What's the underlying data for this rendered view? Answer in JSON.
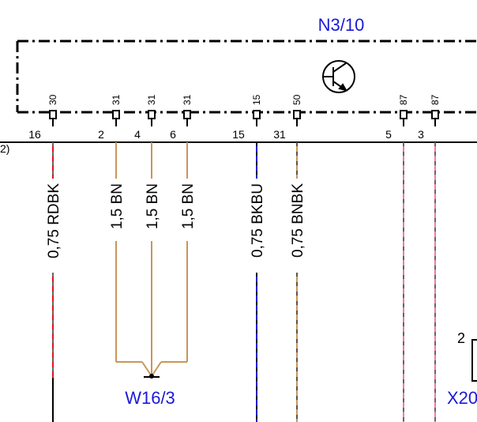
{
  "component": {
    "label": "N3/10",
    "symbol": "transistor-icon"
  },
  "connector_right": {
    "pin": "2",
    "label": "X20"
  },
  "left_edge_label": "2)",
  "splice": {
    "label": "W16/3"
  },
  "colors": {
    "border": "#000000",
    "label_blue": "#1a1ad6",
    "brown": "#c8965a",
    "red": "#e0141e",
    "blue": "#1a1ad6",
    "pink": "#f07aa6",
    "gray": "#808080"
  },
  "wires": [
    {
      "terminal": "30",
      "pin": "16",
      "label": "0,75 RDBK",
      "color": "#e0141e"
    },
    {
      "terminal": "31",
      "pin": "2",
      "label": "1,5 BN",
      "color": "#c8965a"
    },
    {
      "terminal": "31",
      "pin": "4",
      "label": "1,5 BN",
      "color": "#c8965a"
    },
    {
      "terminal": "31",
      "pin": "6",
      "label": "1,5 BN",
      "color": "#c8965a"
    },
    {
      "terminal": "15",
      "pin": "15",
      "label": "0,75 BKBU",
      "color": "#1a1ad6"
    },
    {
      "terminal": "50",
      "pin": "31",
      "label": "0,75 BNBK",
      "color": "#c8965a"
    },
    {
      "terminal": "87",
      "pin": "5",
      "label": "",
      "color": "#f07aa6"
    },
    {
      "terminal": "87",
      "pin": "3",
      "label": "",
      "color": "#f07aa6"
    }
  ]
}
